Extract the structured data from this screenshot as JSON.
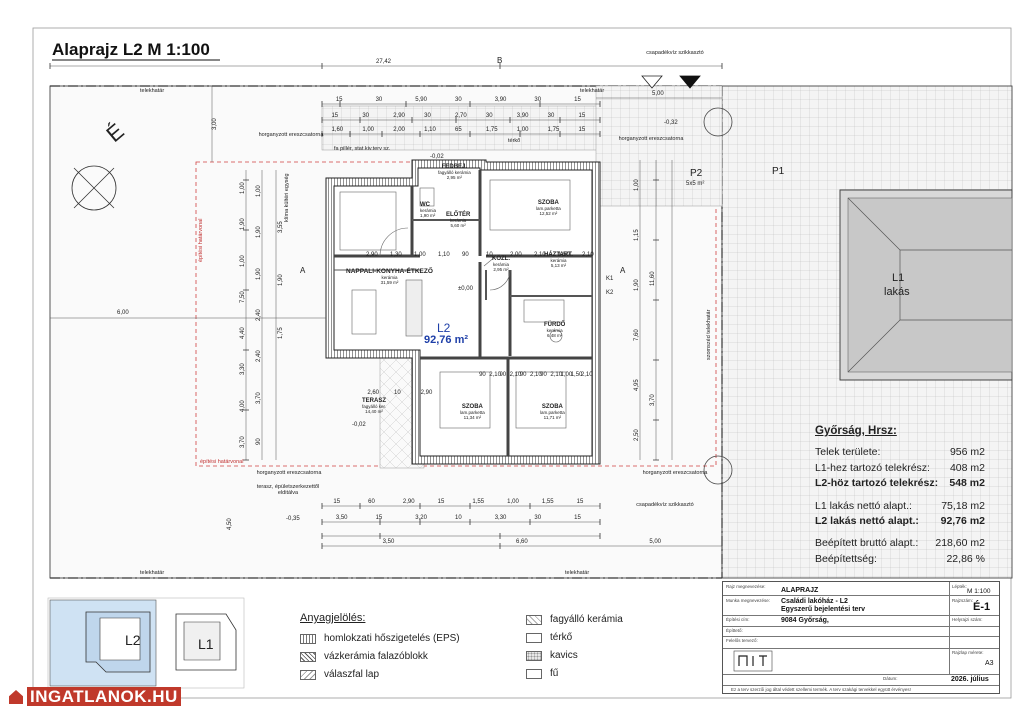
{
  "title": "Alaprajz L2  M 1:100",
  "plan": {
    "north": "É",
    "unit_label": "L2",
    "unit_area": "92,76 m²",
    "l1_label": "L1",
    "l1_sub": "lakás",
    "p1": "P1",
    "p2": "P2",
    "p2_sub": "5x5 m²",
    "k1": "K1",
    "k2": "K2",
    "section_a": "A",
    "section_b": "B",
    "level_000": "±0,00",
    "level_032": "-0,32",
    "level_002": "-0,02",
    "level_035": "-0,35",
    "labels": {
      "telekhatar": "telekhatár",
      "csapadek": "csapadékvíz szikkasztó",
      "horgany": "horganyzott ereszcsatorna",
      "terko": "térkő",
      "fapiller": "fa pillér, stat.kiv.terv sz.",
      "klima": "klíma kültéri egység",
      "epitesi": "építési határvonal",
      "terasz_epulet": "terasz, épületszerkezettől elditálva",
      "szomszed": "szomszéd telekhatár"
    },
    "rooms": [
      {
        "name": "FEDBEJ.",
        "floor": "fagyálló kerámia",
        "area": "2,95 m²"
      },
      {
        "name": "WC",
        "floor": "kerámia",
        "area": "1,90 m²"
      },
      {
        "name": "ELŐTÉR",
        "floor": "kerámia",
        "area": "5,60 m²"
      },
      {
        "name": "SZOBA",
        "floor": "lam.parketta",
        "area": "12,52 m²"
      },
      {
        "name": "HÁZTART.",
        "floor": "kerámia",
        "area": "5,13 m²"
      },
      {
        "name": "KÖZL.",
        "floor": "kerámia",
        "area": "2,95 m²"
      },
      {
        "name": "NAPPALI-KONYHA-ÉTKEZŐ",
        "floor": "kerámia",
        "area": "31,59 m²"
      },
      {
        "name": "FÜRDŐ",
        "floor": "kerámia",
        "area": "6,48 m²"
      },
      {
        "name": "TERASZ",
        "floor": "fagyálló ker.",
        "area": "14,40 m²"
      },
      {
        "name": "SZOBA",
        "floor": "lam.parketta",
        "area": "11,34 m²"
      },
      {
        "name": "SZOBA",
        "floor": "lam.parketta",
        "area": "11,71 m²"
      }
    ],
    "dims": {
      "total": "27,42",
      "top2": [
        "15",
        "30",
        "5,90",
        "30",
        "3,90",
        "30",
        "15"
      ],
      "top3": [
        "15",
        "30",
        "2,90",
        "30",
        "2,70",
        "30",
        "3,90",
        "30",
        "15"
      ],
      "top4": [
        "1,60",
        "1,00",
        "2,00",
        "1,10",
        "65",
        "1,75",
        "1,00",
        "1,75",
        "15"
      ],
      "right_top": "5,00",
      "left_mid": "6,00",
      "left_top": "3,00",
      "inner": [
        "2,90",
        "1,30",
        "1,00",
        "1,10",
        "90",
        "10",
        "2,00",
        "2,10",
        "1,50",
        "2,10"
      ],
      "bot1": [
        "15",
        "60",
        "2,90",
        "15",
        "1,55",
        "1,00",
        "1,55",
        "15"
      ],
      "bot2": [
        "3,50",
        "15",
        "3,20",
        "10",
        "3,30",
        "30",
        "15"
      ],
      "bot3": [
        "3,50",
        "6,60",
        "5,00"
      ],
      "bot_left": "4,50",
      "bot_inner": [
        "2,60",
        "10",
        "2,90"
      ],
      "left_vert": [
        "1,00",
        "1,90",
        "1,00",
        "7,50",
        "4,40",
        "3,30",
        "4,00",
        "3,70"
      ],
      "left_vert2": [
        "1,00",
        "1,90",
        "1,90",
        "2,40",
        "2,40",
        "3,70",
        "90"
      ],
      "left_vert3": [
        "3,55",
        "1,90",
        "1,75"
      ],
      "right_vert": [
        "1,00",
        "1,15",
        "1,90",
        "7,60",
        "4,95",
        "2,50"
      ],
      "right_vert2": [
        "11,60",
        "3,70"
      ],
      "room_dims": [
        "90",
        "2,10",
        "90",
        "2,10",
        "90",
        "2,10",
        "90",
        "2,10",
        "1,00",
        "1,50",
        "2,10"
      ]
    }
  },
  "info": {
    "heading": "Győrság, Hrsz:",
    "rows": [
      {
        "label": "Telek területe:",
        "value": "956 m2",
        "bold": false
      },
      {
        "label": "L1-hez tartozó telekrész:",
        "value": "408 m2",
        "bold": false
      },
      {
        "label": "L2-höz tartozó telekrész:",
        "value": "548 m2",
        "bold": true
      }
    ],
    "rows2": [
      {
        "label": "L1 lakás nettó alapt.:",
        "value": "75,18 m2",
        "bold": false
      },
      {
        "label": "L2 lakás nettó alapt.:",
        "value": "92,76 m2",
        "bold": true
      }
    ],
    "rows3": [
      {
        "label": "Beépített bruttó alapt.:",
        "value": "218,60 m2",
        "bold": false
      },
      {
        "label": "Beépítettség:",
        "value": "22,86 %",
        "bold": false
      }
    ]
  },
  "keymap": {
    "l2": "L2",
    "l1": "L1"
  },
  "legend": {
    "title": "Anyagjelölés:",
    "items": [
      {
        "key": "eps",
        "label": "homlokzati hőszigetelés (EPS)"
      },
      {
        "key": "vaz",
        "label": "vázkerámia falazóblokk"
      },
      {
        "key": "val",
        "label": "válaszfal lap"
      }
    ],
    "items2": [
      {
        "key": "fk",
        "label": "fagyálló kerámia"
      },
      {
        "key": "terko",
        "label": "térkő"
      },
      {
        "key": "kav",
        "label": "kavics"
      },
      {
        "key": "fu",
        "label": "fű"
      }
    ]
  },
  "titleblock": {
    "rajz_lab": "Rajz megnevezése:",
    "rajz": "ALAPRAJZ",
    "lepték_lab": "Lépték:",
    "lepték": "M 1:100",
    "munka_lab": "Munka megnevezése:",
    "munka1": "Családi lakóház - L2",
    "munka2": "Egyszerű bejelentési terv",
    "rajzszam_lab": "Rajzszám:",
    "rajzszam": "É-1",
    "cim_lab": "Építési cím:",
    "cim": "9084 Győrság,",
    "hrsz_lab": "Helyrajzi szám:",
    "epitteto_lab": "Építtető:",
    "felelos_lab": "Felelős tervező:",
    "meret_lab": "Rajzlap mérete:",
    "meret": "A3",
    "datum_lab": "Dátum:",
    "datum": "2026. július",
    "footer": "Ez a terv szerzői jog által védett szellemi termék. A terv szakági tervekkel együtt érvényes!"
  },
  "watermark": "INGATLANOK.HU"
}
